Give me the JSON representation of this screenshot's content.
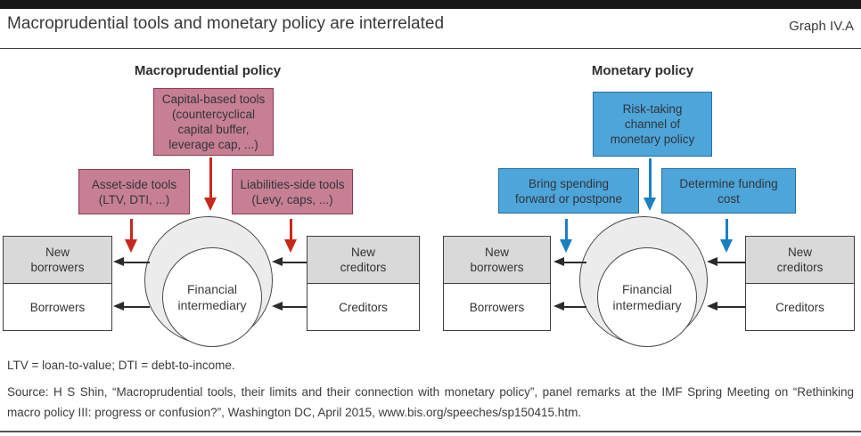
{
  "header": {
    "title": "Macroprudential tools and monetary policy are interrelated",
    "graph_label": "Graph IV.A"
  },
  "panels": [
    {
      "title": "Macroprudential policy",
      "top_box": "Capital-based tools\n(countercyclical\ncapital buffer,\nleverage cap, ...)",
      "left_box": "Asset-side tools\n(LTV, DTI, ...)",
      "right_box": "Liabilities-side tools\n(Levy, caps, ...)",
      "intermediary": "Financial\nintermediary",
      "new_borrowers": "New\nborrowers",
      "borrowers": "Borrowers",
      "new_creditors": "New\ncreditors",
      "creditors": "Creditors"
    },
    {
      "title": "Monetary policy",
      "top_box": "Risk-taking\nchannel of\nmonetary policy",
      "left_box": "Bring spending\nforward or postpone",
      "right_box": "Determine funding\ncost",
      "intermediary": "Financial\nintermediary",
      "new_borrowers": "New\nborrowers",
      "borrowers": "Borrowers",
      "new_creditors": "New\ncreditors",
      "creditors": "Creditors"
    }
  ],
  "footnotes": {
    "definitions": "LTV = loan-to-value; DTI = debt-to-income.",
    "source": "Source: H S Shin, “Macroprudential tools, their limits and their connection with monetary policy”, panel remarks at the IMF Spring Meeting on “Rethinking macro policy III: progress or confusion?”, Washington DC, April 2015, www.bis.org/speeches/sp150415.htm."
  },
  "colors": {
    "macroprudential_box_fill": "#c67f93",
    "macroprudential_box_border": "#8d3a50",
    "macroprudential_arrow": "#c8281c",
    "monetary_box_fill": "#4da5da",
    "monetary_box_border": "#2470a6",
    "monetary_arrow": "#1a80c4",
    "gray_box_fill": "#d9d9d9",
    "circle_fill": "#ececec",
    "black_arrow": "#2b2b2b",
    "top_bar": "#181818"
  }
}
